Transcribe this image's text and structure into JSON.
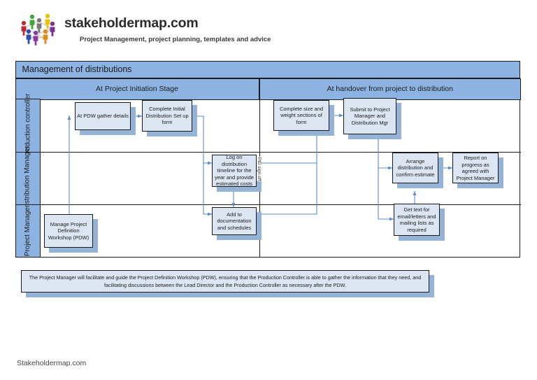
{
  "brand": {
    "logo_icon": "people-network-logo-icon",
    "title": "stakeholdermap.com",
    "tagline": "Project Management, project planning, templates and advice"
  },
  "diagram": {
    "title": "Management of distributions",
    "stages": [
      {
        "label": "At Project Initiation Stage"
      },
      {
        "label": "At handover from project to distribution"
      }
    ],
    "divider_caption": "PID sign off",
    "lanes": [
      {
        "label": "Production controller"
      },
      {
        "label": "Distribution Manager"
      },
      {
        "label": "Project Manager"
      }
    ],
    "nodes": [
      {
        "id": "at-pdw-gather-details",
        "label": "At PDW gather details"
      },
      {
        "id": "complete-initial-distribution",
        "label": "Complete Initial Distribution Set up form"
      },
      {
        "id": "complete-size-and-weight",
        "label": "Complete size and weight sections of form"
      },
      {
        "id": "submit-to-pm-and-dist-mgr",
        "label": "Submit to Project Manager and Distribution Mgr"
      },
      {
        "id": "log-on-distribution-timeline",
        "label": "Log on distribution timeline for the year and provide estimated costs"
      },
      {
        "id": "arrange-distribution",
        "label": "Arrange distribution and confirm estimate"
      },
      {
        "id": "report-on-progress",
        "label": "Report on progress as agreed with Project Manager"
      },
      {
        "id": "manage-pdw",
        "label": "Manage Project Definition Workshop (PDW)"
      },
      {
        "id": "add-to-documentation",
        "label": "Add to documentation and schedules"
      },
      {
        "id": "get-text-for-email",
        "label": "Get text for email/letters and mailing lists as required"
      }
    ],
    "footnote": "The Project Manager will facilitate and guide the Project Definition Workshop (PDW), ensuring that the Production Controller is able to gather the information that they need, and facilitating discussions between the Lead Director and the Production Controller as necessary after the PDW."
  },
  "footer": {
    "caption": "Stakeholdermap.com"
  },
  "colors": {
    "band_fill": "#8db3e2",
    "node_fill": "#dce6f2",
    "node_shadow": "#95b3d7",
    "outline": "#1b1b1b",
    "connector": "#5b8bc9"
  }
}
